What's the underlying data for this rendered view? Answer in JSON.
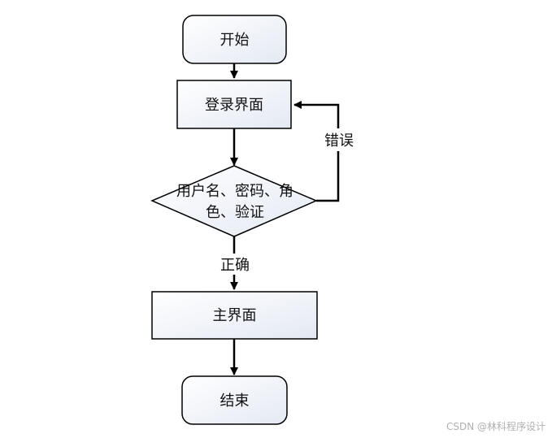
{
  "nodes": {
    "start": "开始",
    "login": "登录界面",
    "decision_line1": "用户名、密码、角",
    "decision_line2": "色、验证",
    "main": "主界面",
    "end": "结束"
  },
  "edges": {
    "error": "错误",
    "correct": "正确"
  },
  "watermark": "CSDN @林科程序设计",
  "colors": {
    "stroke": "#000000",
    "fill_gradient_start": "#ffffff",
    "fill_gradient_end": "#e4e9f3"
  }
}
